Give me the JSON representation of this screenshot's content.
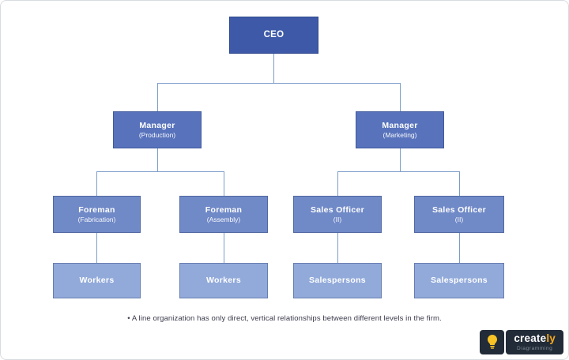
{
  "colors": {
    "level1": "#3D59A8",
    "level2": "#5873BC",
    "level3": "#7089C7",
    "level4": "#92AADA",
    "connector": "#7C9CC9",
    "badge": "#222B38",
    "accent": "#F5A81C",
    "bulb": "#F7C325"
  },
  "diagram": {
    "nodes": [
      {
        "title": "CEO",
        "subtitle": ""
      },
      {
        "title": "Manager",
        "subtitle": "(Production)"
      },
      {
        "title": "Manager",
        "subtitle": "(Marketing)"
      },
      {
        "title": "Foreman",
        "subtitle": "(Fabrication)"
      },
      {
        "title": "Foreman",
        "subtitle": "(Assembly)"
      },
      {
        "title": "Sales Officer",
        "subtitle": "(II)"
      },
      {
        "title": "Sales Officer",
        "subtitle": "(II)"
      },
      {
        "title": "Workers",
        "subtitle": ""
      },
      {
        "title": "Workers",
        "subtitle": ""
      },
      {
        "title": "Salespersons",
        "subtitle": ""
      },
      {
        "title": "Salespersons",
        "subtitle": ""
      }
    ],
    "caption": "• A line organization has only direct, vertical relationships between different levels in the firm."
  },
  "branding": {
    "name_main": "create",
    "name_accent": "ly",
    "tagline": "Diagramming"
  }
}
